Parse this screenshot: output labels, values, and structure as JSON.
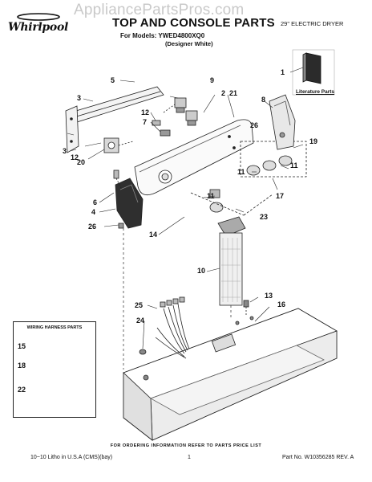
{
  "header": {
    "brand": "Whirlpool",
    "watermark": "AppliancePartsPros.com",
    "title": "TOP AND CONSOLE PARTS",
    "subtitle": "29\" ELECTRIC DRYER",
    "models_line": "For Models: YWED4800XQ0",
    "model_variant": "(Designer White)"
  },
  "literature": {
    "label": "Literature Parts"
  },
  "callouts": [
    {
      "id": "c1",
      "text": "1"
    },
    {
      "id": "c2",
      "text": "2"
    },
    {
      "id": "c3a",
      "text": "3"
    },
    {
      "id": "c3b",
      "text": "3"
    },
    {
      "id": "c4",
      "text": "4"
    },
    {
      "id": "c5",
      "text": "5"
    },
    {
      "id": "c6",
      "text": "6"
    },
    {
      "id": "c7",
      "text": "7"
    },
    {
      "id": "c8",
      "text": "8"
    },
    {
      "id": "c9",
      "text": "9"
    },
    {
      "id": "c10",
      "text": "10"
    },
    {
      "id": "c11a",
      "text": "11"
    },
    {
      "id": "c11b",
      "text": "11"
    },
    {
      "id": "c11c",
      "text": "11"
    },
    {
      "id": "c12a",
      "text": "12"
    },
    {
      "id": "c12b",
      "text": "12"
    },
    {
      "id": "c13",
      "text": "13"
    },
    {
      "id": "c14",
      "text": "14"
    },
    {
      "id": "c16",
      "text": "16"
    },
    {
      "id": "c17",
      "text": "17"
    },
    {
      "id": "c19",
      "text": "19"
    },
    {
      "id": "c20",
      "text": "20"
    },
    {
      "id": "c21",
      "text": "21"
    },
    {
      "id": "c23",
      "text": "23"
    },
    {
      "id": "c24",
      "text": "24"
    },
    {
      "id": "c25",
      "text": "25"
    },
    {
      "id": "c26a",
      "text": "26"
    },
    {
      "id": "c26b",
      "text": "26"
    }
  ],
  "harness": {
    "title": "WIRING HARNESS PARTS",
    "items": [
      {
        "id": "h15",
        "text": "15"
      },
      {
        "id": "h18",
        "text": "18"
      },
      {
        "id": "h22",
        "text": "22"
      }
    ]
  },
  "footer": {
    "note": "FOR ORDERING INFORMATION REFER TO PARTS PRICE LIST",
    "left": "10−10 Litho in U.S.A (CMS)(bay)",
    "page": "1",
    "right": "Part No. W10356285 REV. A"
  }
}
